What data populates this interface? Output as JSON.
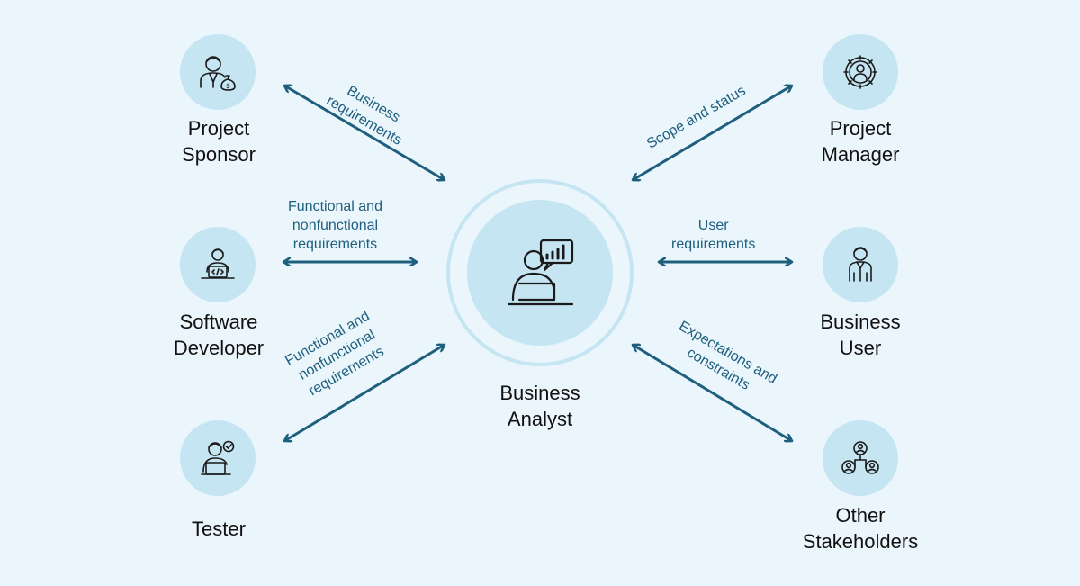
{
  "colors": {
    "background": "#eaf6fc",
    "circle_fill": "#c5e5f2",
    "ring_stroke": "#c5e5f2",
    "arrow": "#1f5f7e",
    "edge_text": "#1f5f7e",
    "node_text": "#111111",
    "icon_stroke": "#1a1a1a"
  },
  "center": {
    "label_line1": "Business",
    "label_line2": "Analyst",
    "icon": "analyst-laptop-chart-icon"
  },
  "nodes": {
    "project_sponsor": {
      "line1": "Project",
      "line2": "Sponsor",
      "icon": "sponsor-money-bag-icon"
    },
    "project_manager": {
      "line1": "Project",
      "line2": "Manager",
      "icon": "gear-person-icon"
    },
    "software_developer": {
      "line1": "Software",
      "line2": "Developer",
      "icon": "developer-code-icon"
    },
    "business_user": {
      "line1": "Business",
      "line2": "User",
      "icon": "business-person-icon"
    },
    "tester": {
      "line1": "Tester",
      "icon": "tester-check-icon"
    },
    "other_stakeholders": {
      "line1": "Other",
      "line2": "Stakeholders",
      "icon": "stakeholders-network-icon"
    }
  },
  "edges": {
    "sponsor": {
      "line1": "Business",
      "line2": "requirements"
    },
    "manager": {
      "line1": "Scope and status"
    },
    "developer": {
      "line1": "Functional and",
      "line2": "nonfunctional",
      "line3": "requirements"
    },
    "user": {
      "line1": "User",
      "line2": "requirements"
    },
    "tester": {
      "line1": "Functional and",
      "line2": "nonfunctional",
      "line3": "requirements"
    },
    "stakeholders": {
      "line1": "Expectations and",
      "line2": "constraints"
    }
  }
}
